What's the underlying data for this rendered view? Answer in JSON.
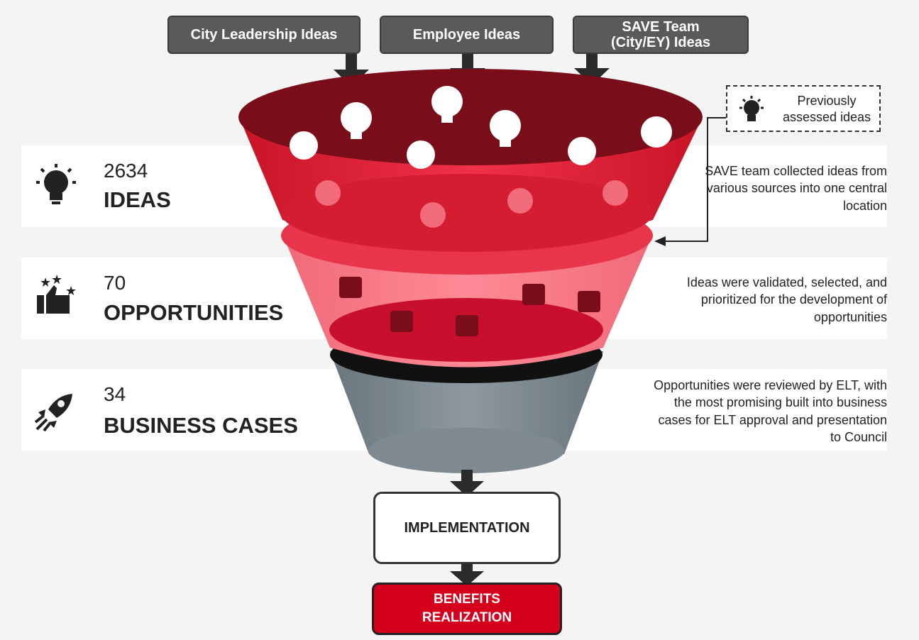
{
  "sources": [
    {
      "label": "City Leadership Ideas"
    },
    {
      "label": "Employee Ideas"
    },
    {
      "label": "SAVE Team (City/EY) Ideas"
    }
  ],
  "previously_assessed": {
    "label": "Previously assessed ideas",
    "icon": "lightbulb-icon"
  },
  "stages": [
    {
      "number": "2634",
      "name": "IDEAS",
      "icon": "lightbulb-icon",
      "description": "SAVE team collected ideas from various sources into one central location"
    },
    {
      "number": "70",
      "name": "OPPORTUNITIES",
      "icon": "thumbs-up-stars-icon",
      "description": "Ideas were validated, selected, and prioritized for the development of opportunities"
    },
    {
      "number": "34",
      "name": "BUSINESS CASES",
      "icon": "rocket-icon",
      "description": "Opportunities were reviewed by ELT, with the most promising built into business cases for ELT approval and presentation to Council"
    }
  ],
  "implementation": {
    "label": "IMPLEMENTATION"
  },
  "benefits": {
    "line1": "BENEFITS",
    "line2": "REALIZATION"
  },
  "colors": {
    "funnel_top": "#b3121f",
    "funnel_mid": "#ee4455",
    "funnel_bottom": "#5f6b72",
    "benefits": "#d5001c",
    "source_box": "#5a5a5a"
  }
}
